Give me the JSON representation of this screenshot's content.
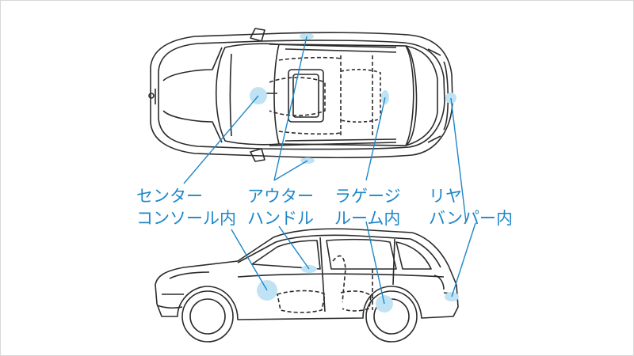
{
  "diagram": {
    "labels": {
      "center_console": {
        "line1": "センター",
        "line2": "コンソール内"
      },
      "outer_handle": {
        "line1": "アウター",
        "line2": "ハンドル"
      },
      "luggage_room": {
        "line1": "ラゲージ",
        "line2": "ルーム内"
      },
      "rear_bumper": {
        "line1": "リヤ",
        "line2": "バンパー内"
      }
    },
    "colors": {
      "accent": "#1d87c8",
      "marker": "#bfe3f5",
      "outline": "#2b2b2b"
    }
  }
}
